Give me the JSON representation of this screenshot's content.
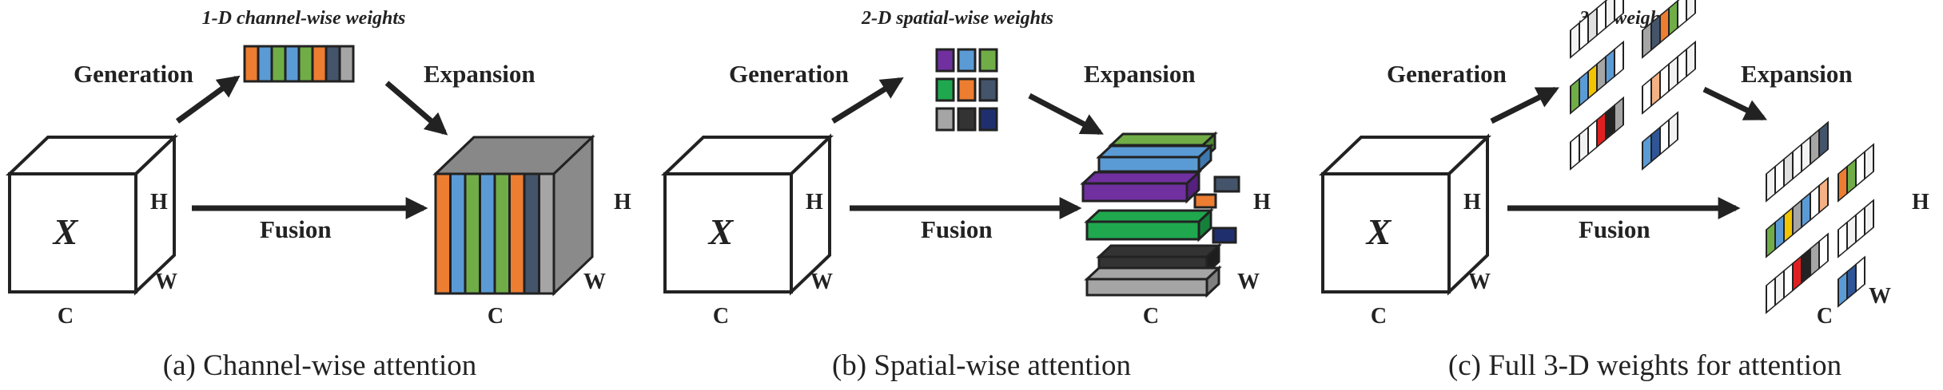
{
  "colors": {
    "orange": "#ED7D31",
    "blue": "#5B9BD5",
    "green": "#70AD47",
    "dark_gray": "#44546A",
    "gray": "#A5A5A5",
    "purple": "#7030A0",
    "emerald": "#1FA84E",
    "black": "#333333",
    "navy": "#1F2F6E",
    "red": "#E02020",
    "yellow": "#F2C500"
  },
  "panels": [
    {
      "weights_title": "1-D channel-wise weights",
      "generation": "Generation",
      "expansion": "Expansion",
      "fusion": "Fusion",
      "input": {
        "symbol": "X",
        "h": "H",
        "w": "W",
        "c": "C"
      },
      "output": {
        "h": "H",
        "w": "W",
        "c": "C"
      },
      "caption": "(a) Channel-wise attention"
    },
    {
      "weights_title": "2-D spatial-wise weights",
      "generation": "Generation",
      "expansion": "Expansion",
      "fusion": "Fusion",
      "input": {
        "symbol": "X",
        "h": "H",
        "w": "W",
        "c": "C"
      },
      "output": {
        "h": "H",
        "w": "W",
        "c": "C"
      },
      "caption": "(b) Spatial-wise attention"
    },
    {
      "weights_title": "3-D weights",
      "generation": "Generation",
      "expansion": "Expansion",
      "fusion": "Fusion",
      "input": {
        "symbol": "X",
        "h": "H",
        "w": "W",
        "c": "C"
      },
      "output": {
        "h": "H",
        "w": "W",
        "c": "C"
      },
      "caption": "(c) Full 3-D weights for attention"
    }
  ]
}
